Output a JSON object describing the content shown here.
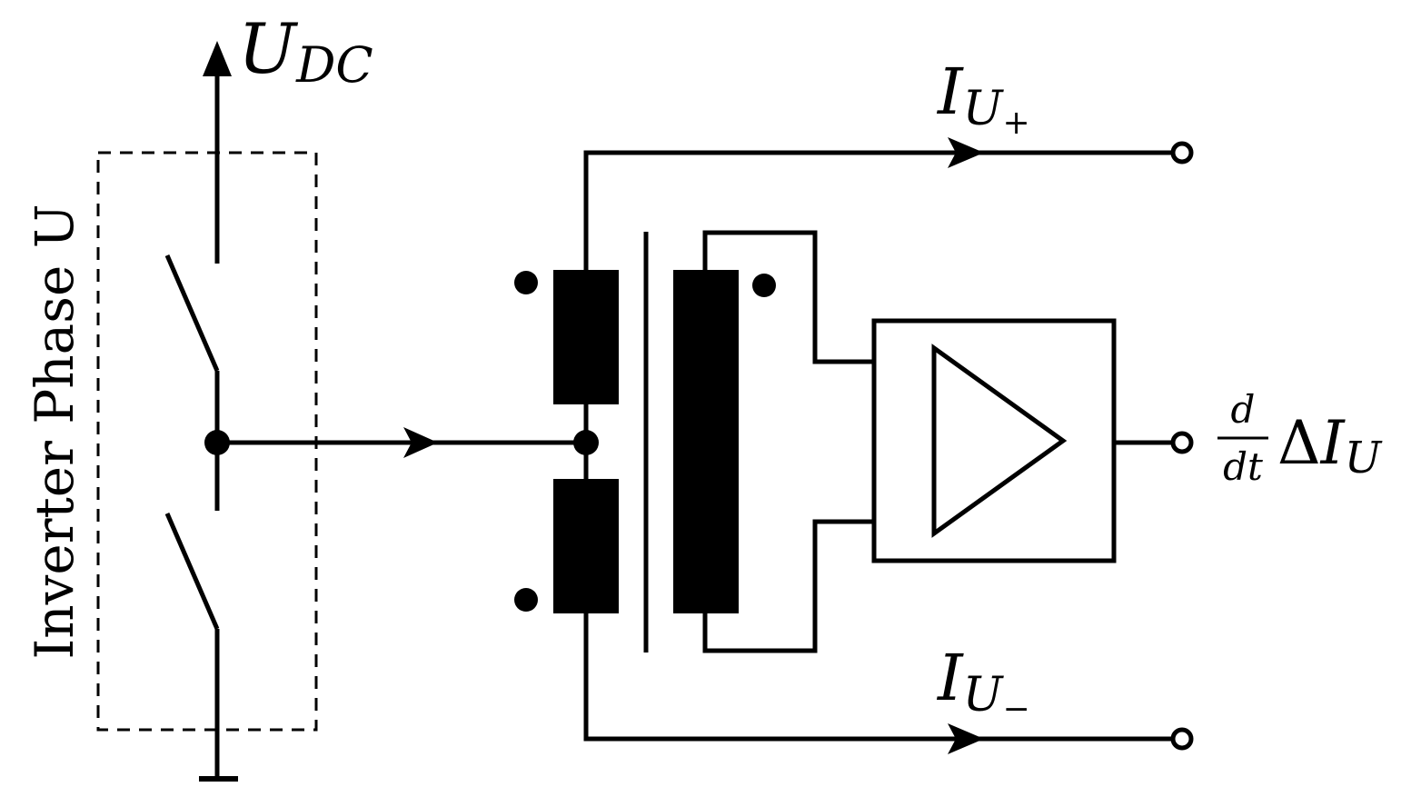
{
  "block_label": "Inverter Phase U",
  "supply": {
    "main": "U",
    "sub": "DC"
  },
  "current_plus": {
    "main": "I",
    "sub": "U",
    "subsub": "+"
  },
  "current_minus": {
    "main": "I",
    "sub": "U",
    "subsub": "−"
  },
  "output": {
    "frac_num": "d",
    "frac_den": "dt",
    "delta": "Δ",
    "main": "I",
    "sub": "U"
  }
}
